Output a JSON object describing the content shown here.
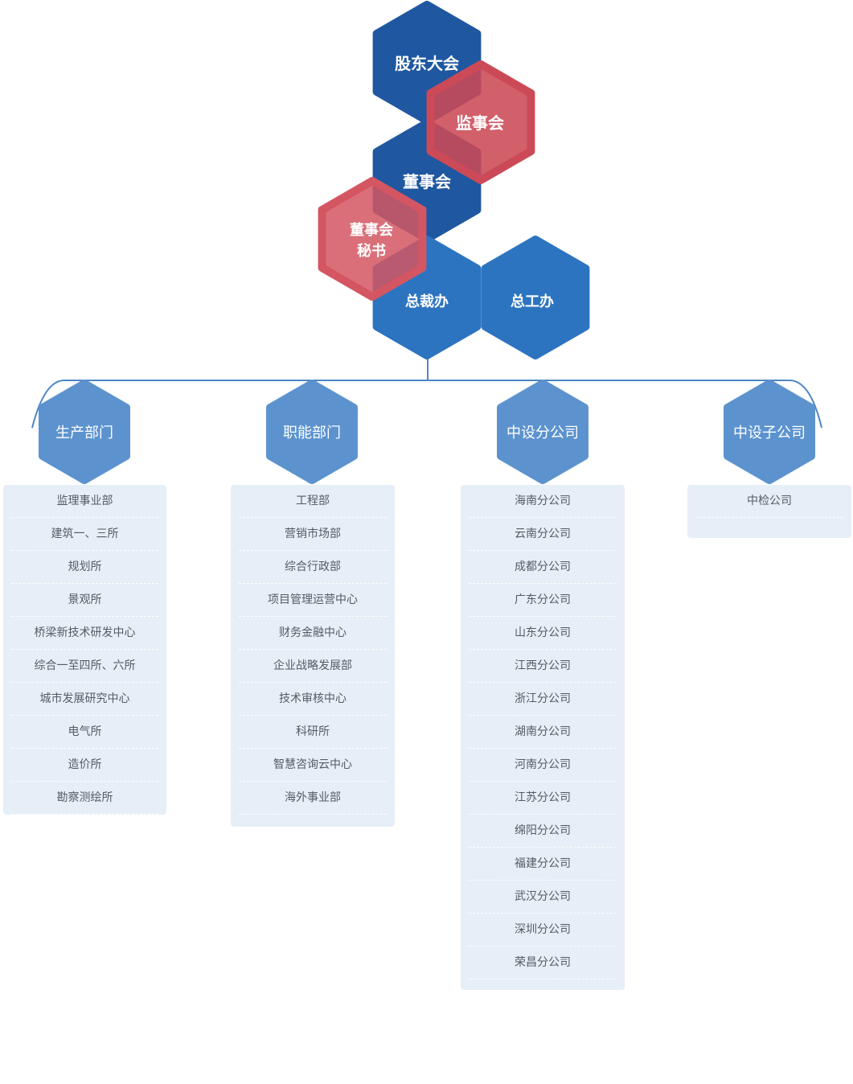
{
  "top_nodes": {
    "shareholders": "股东大会",
    "supervisory_board": "监事会",
    "board": "董事会",
    "board_secretary_line1": "董事会",
    "board_secretary_line2": "秘书",
    "president_office": "总裁办",
    "chief_engineer_office": "总工办"
  },
  "categories": [
    {
      "label": "生产部门",
      "items": [
        "监理事业部",
        "建筑一、三所",
        "规划所",
        "景观所",
        "桥梁新技术研发中心",
        "综合一至四所、六所",
        "城市发展研究中心",
        "电气所",
        "造价所",
        "勘察测绘所"
      ]
    },
    {
      "label": "职能部门",
      "items": [
        "工程部",
        "营销市场部",
        "综合行政部",
        "项目管理运营中心",
        "财务金融中心",
        "企业战略发展部",
        "技术审核中心",
        "科研所",
        "智慧咨询云中心",
        "海外事业部"
      ]
    },
    {
      "label": "中设分公司",
      "items": [
        "海南分公司",
        "云南分公司",
        "成都分公司",
        "广东分公司",
        "山东分公司",
        "江西分公司",
        "浙江分公司",
        "湖南分公司",
        "河南分公司",
        "江苏分公司",
        "绵阳分公司",
        "福建分公司",
        "武汉分公司",
        "深圳分公司",
        "荣昌分公司"
      ]
    },
    {
      "label": "中设子公司",
      "items": [
        "中检公司"
      ]
    }
  ],
  "colors": {
    "dark_blue": "#1f57a0",
    "mid_blue": "#2d74c0",
    "light_blue": "#5c93cf",
    "red": "#cc4a57",
    "panel_bg": "#e6eef7",
    "panel_text": "#555b63"
  }
}
